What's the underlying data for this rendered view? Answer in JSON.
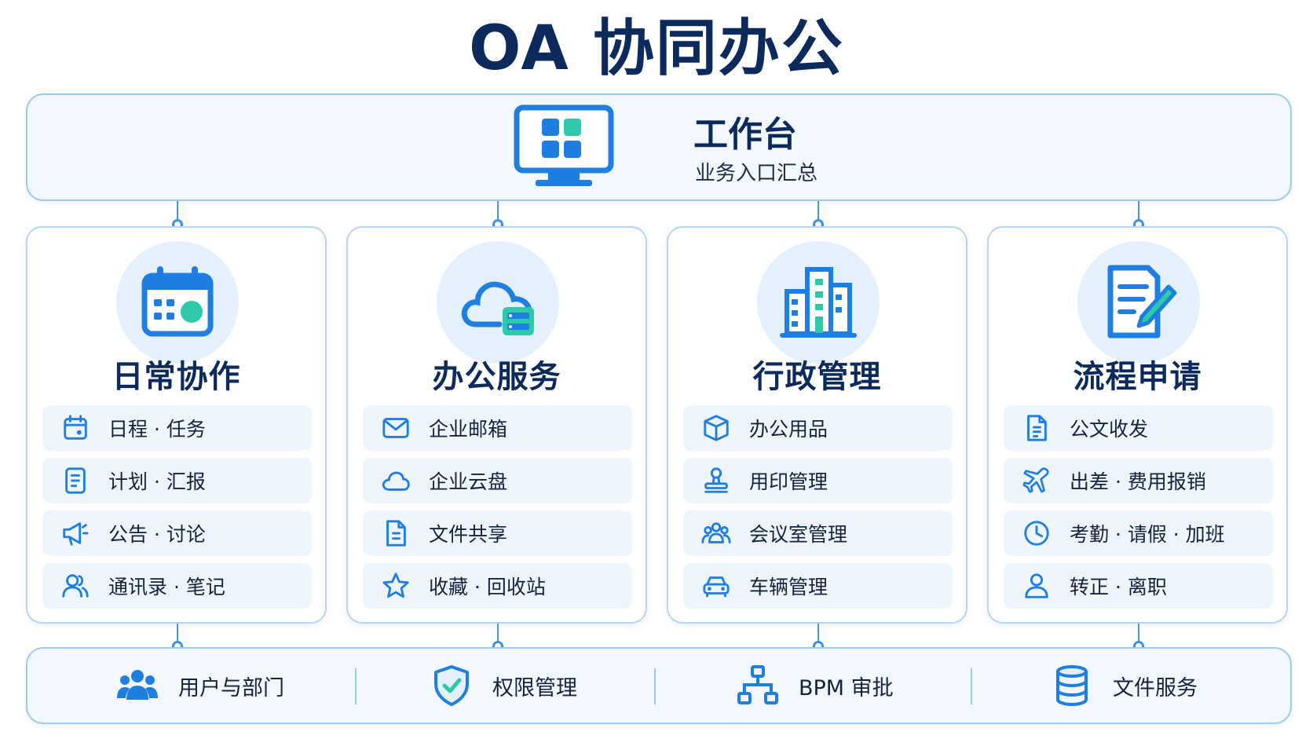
{
  "title": "OA 协同办公",
  "workbench": {
    "title": "工作台",
    "subtitle": "业务入口汇总",
    "icon": "desktop-grid-icon"
  },
  "modules": [
    {
      "title": "日常协作",
      "icon": "calendar-icon",
      "items": [
        {
          "label": "日程 · 任务",
          "icon": "calendar-small-icon"
        },
        {
          "label": "计划 · 汇报",
          "icon": "document-list-icon"
        },
        {
          "label": "公告 · 讨论",
          "icon": "megaphone-icon"
        },
        {
          "label": "通讯录 · 笔记",
          "icon": "contacts-icon"
        }
      ]
    },
    {
      "title": "办公服务",
      "icon": "cloud-server-icon",
      "items": [
        {
          "label": "企业邮箱",
          "icon": "mail-icon"
        },
        {
          "label": "企业云盘",
          "icon": "cloud-icon"
        },
        {
          "label": "文件共享",
          "icon": "file-icon"
        },
        {
          "label": "收藏 · 回收站",
          "icon": "star-icon"
        }
      ]
    },
    {
      "title": "行政管理",
      "icon": "building-icon",
      "items": [
        {
          "label": "办公用品",
          "icon": "box-icon"
        },
        {
          "label": "用印管理",
          "icon": "stamp-icon"
        },
        {
          "label": "会议室管理",
          "icon": "group-icon"
        },
        {
          "label": "车辆管理",
          "icon": "car-icon"
        }
      ]
    },
    {
      "title": "流程申请",
      "icon": "form-edit-icon",
      "items": [
        {
          "label": "公文收发",
          "icon": "document-icon"
        },
        {
          "label": "出差 · 费用报销",
          "icon": "airplane-icon"
        },
        {
          "label": "考勤 · 请假 · 加班",
          "icon": "clock-icon"
        },
        {
          "label": "转正 · 离职",
          "icon": "person-icon"
        }
      ]
    }
  ],
  "foundation": [
    {
      "label": "用户与部门",
      "icon": "users-icon"
    },
    {
      "label": "权限管理",
      "icon": "shield-check-icon"
    },
    {
      "label": "BPM 审批",
      "icon": "hierarchy-icon"
    },
    {
      "label": "文件服务",
      "icon": "database-icon"
    }
  ],
  "colors": {
    "primary": "#1f7fe0",
    "accent": "#2ec9a8",
    "title": "#0d2a5c",
    "panel": "#f2f8fe",
    "border": "#9fcaf0"
  }
}
